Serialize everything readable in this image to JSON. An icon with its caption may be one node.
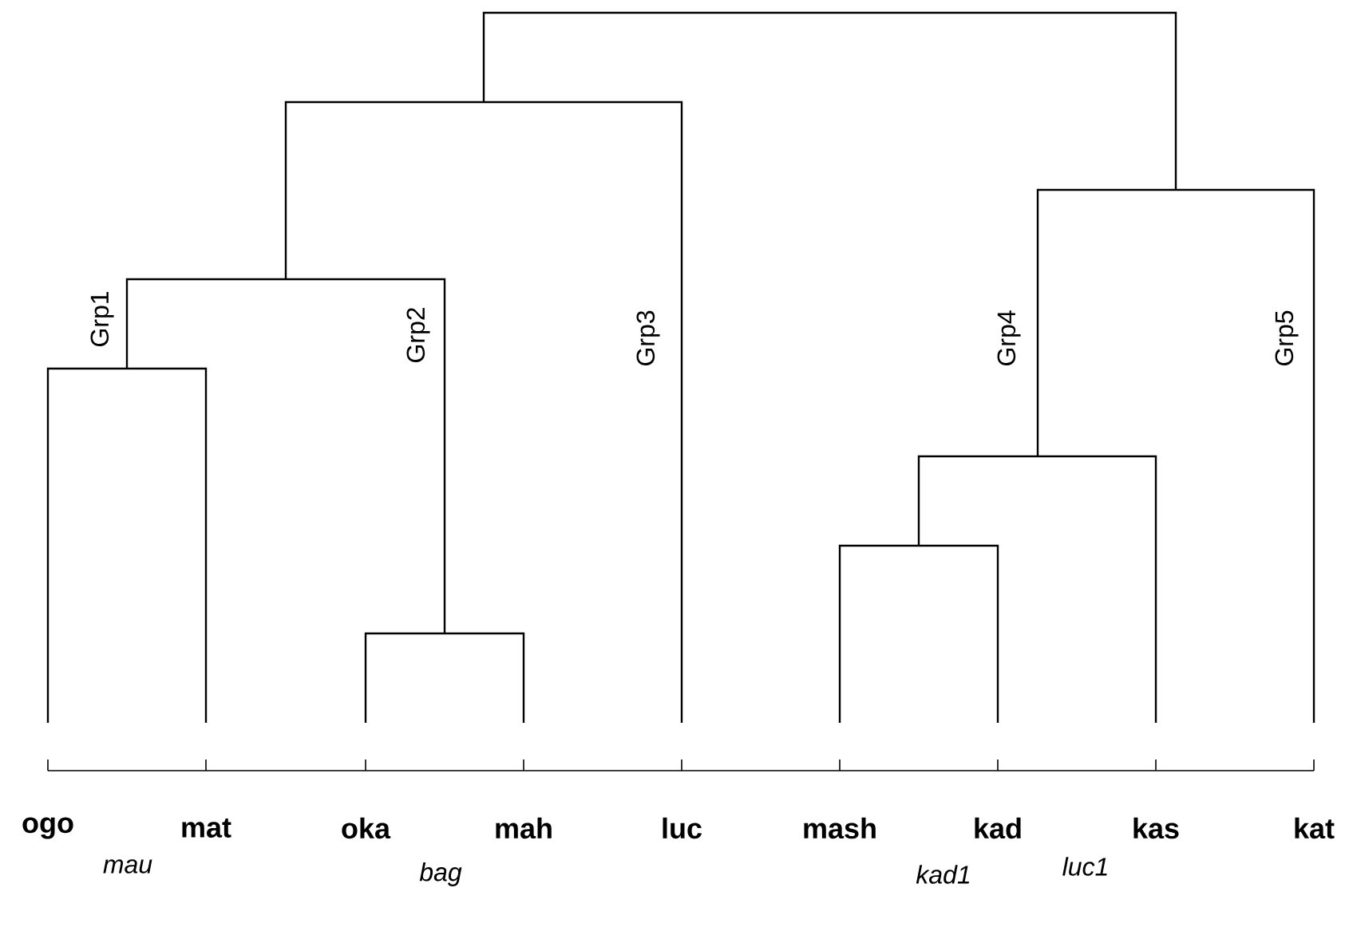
{
  "diagram": {
    "labels": [
      "Grp1",
      "Grp2",
      "Grp3",
      "Grp4",
      "Grp5",
      "ogo",
      "mat",
      "oka",
      "mah",
      "luc",
      "mash",
      "kad",
      "kas",
      "kat",
      "mau",
      "bag",
      "kad1",
      "luc1"
    ]
  }
}
